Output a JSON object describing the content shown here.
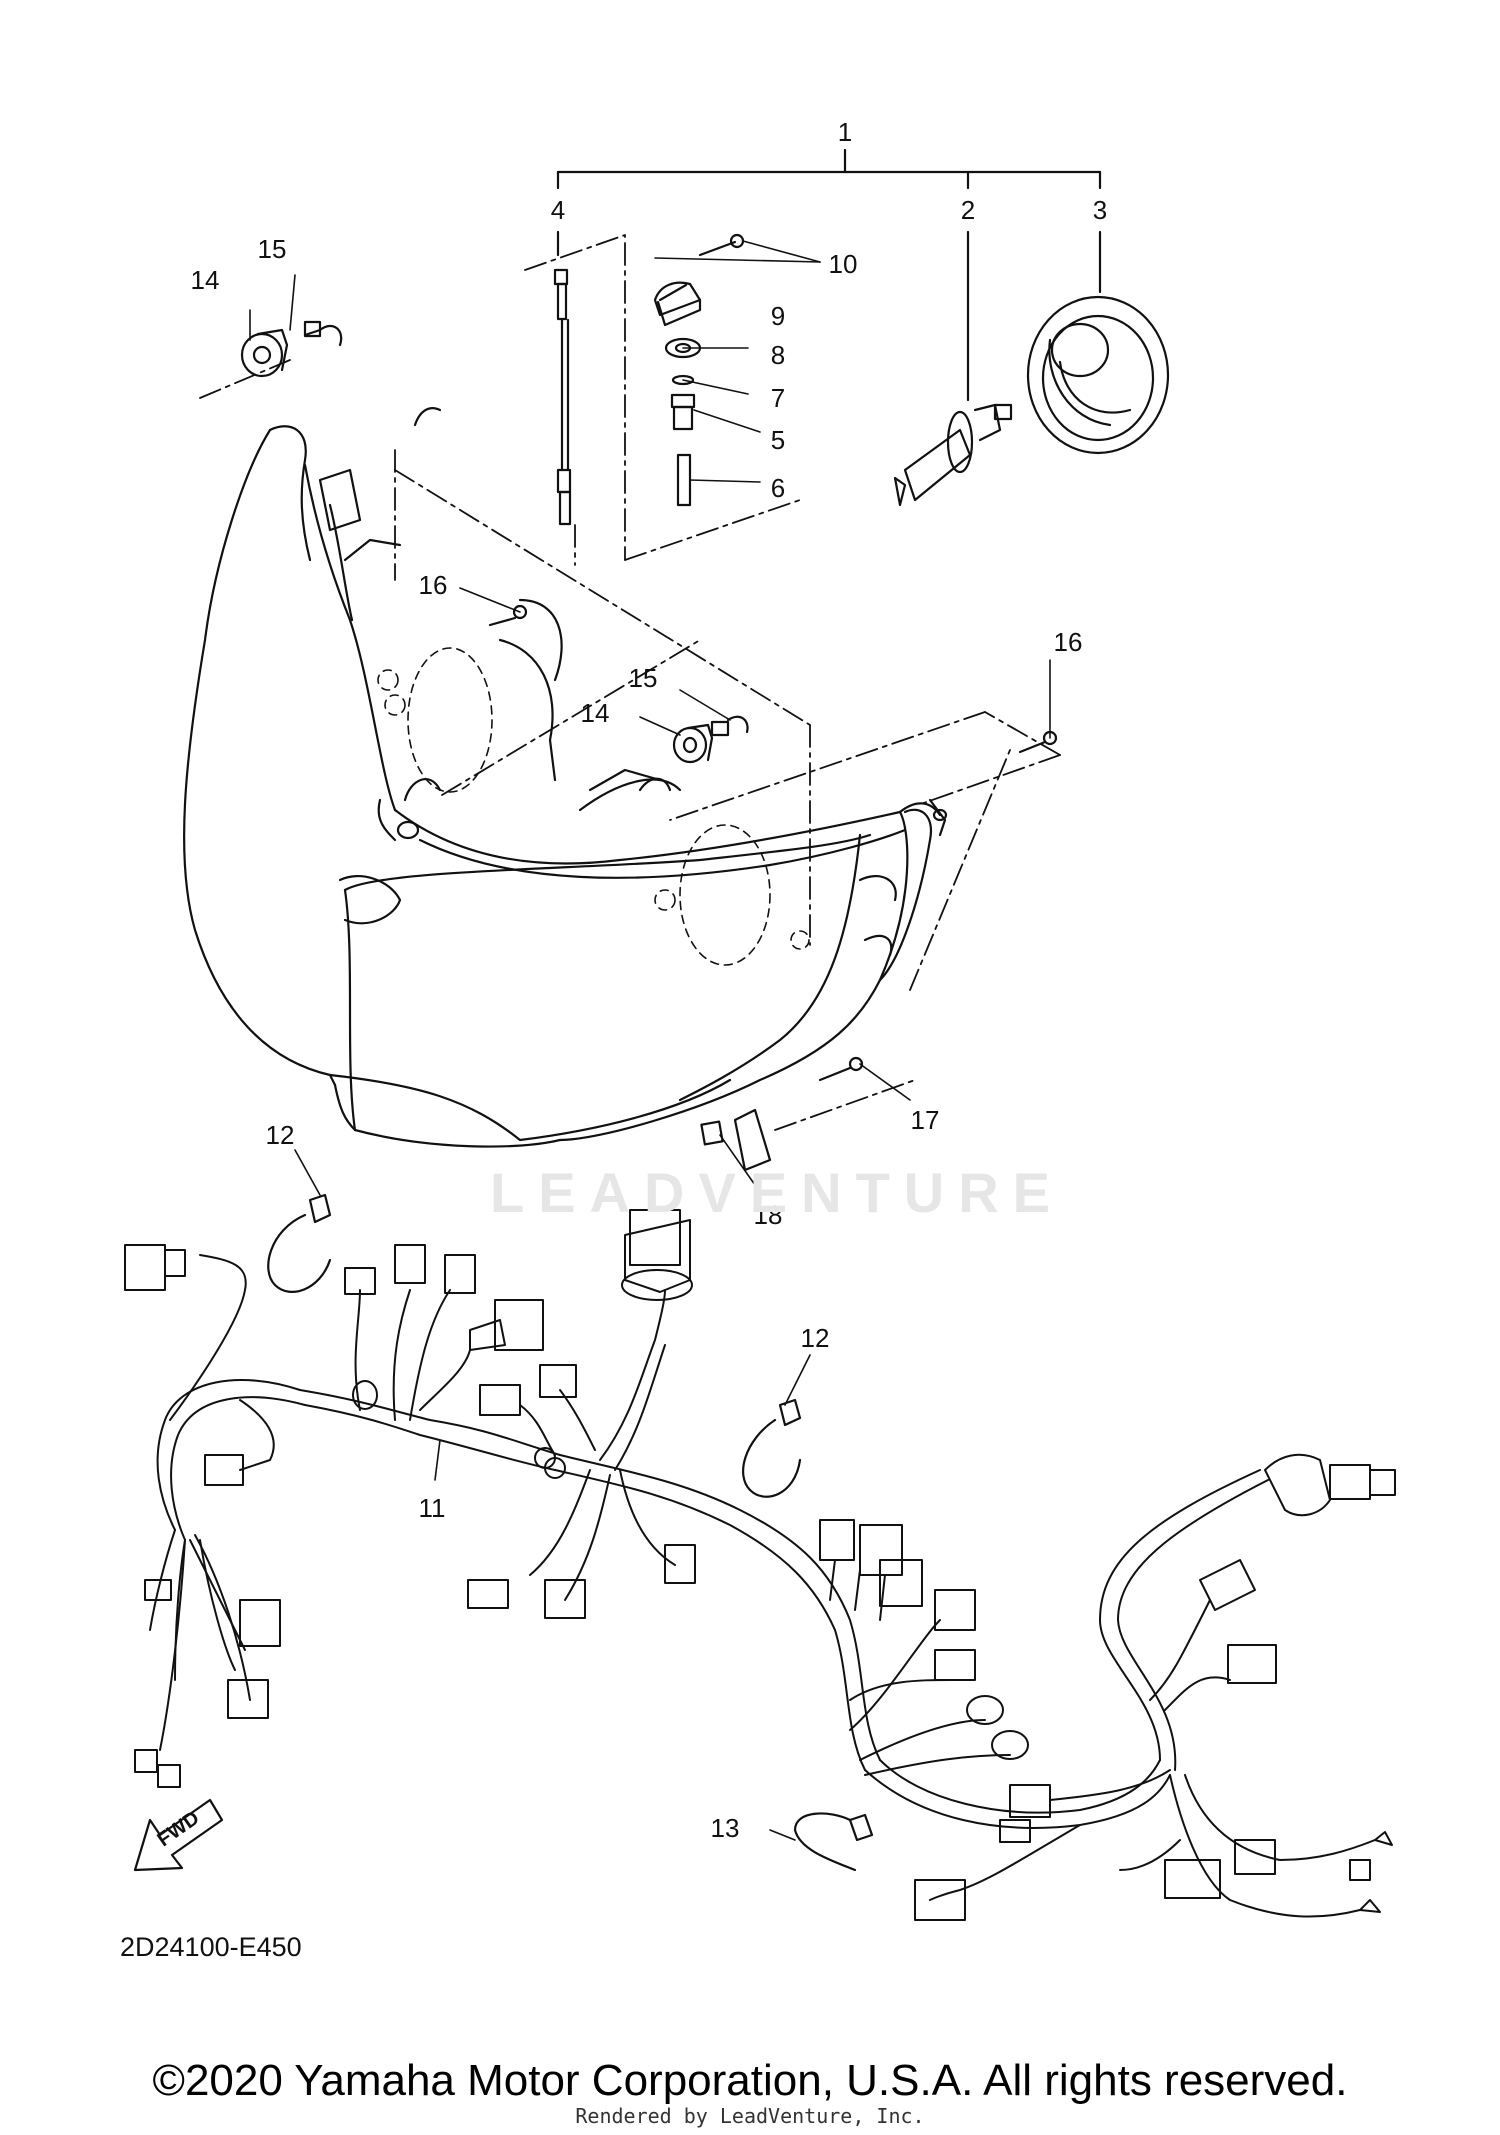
{
  "callouts": {
    "c1": "1",
    "c2": "2",
    "c3": "3",
    "c4": "4",
    "c5": "5",
    "c6": "6",
    "c7": "7",
    "c8": "8",
    "c9": "9",
    "c10": "10",
    "c11": "11",
    "c12a": "12",
    "c12b": "12",
    "c13": "13",
    "c14a": "14",
    "c14b": "14",
    "c15a": "15",
    "c15b": "15",
    "c16a": "16",
    "c16b": "16",
    "c17": "17",
    "c18": "18"
  },
  "fwd_label": "FWD",
  "drawing_code": "2D24100-E450",
  "watermark": "LEADVENTURE",
  "copyright": "©2020 Yamaha Motor Corporation, U.S.A. All rights reserved.",
  "rendered_by": "Rendered by LeadVenture, Inc.",
  "colors": {
    "line": "#111111",
    "watermark": "#e6e6e6"
  }
}
